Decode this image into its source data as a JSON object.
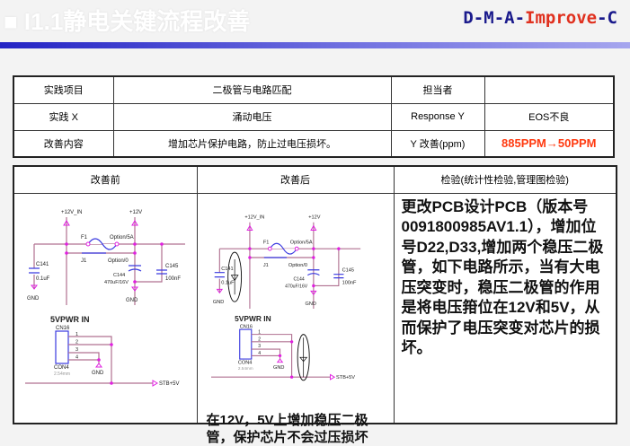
{
  "header": {
    "title": "■ I1.1静电关键流程改善",
    "brand_parts": [
      "D-",
      "M-",
      "A-",
      "Improve",
      "-C"
    ]
  },
  "summary": {
    "rows": [
      [
        "实践项目",
        "二极管与电路匹配",
        "担当者",
        ""
      ],
      [
        "实践 X",
        "涌动电压",
        "Response Y",
        "EOS不良"
      ],
      [
        "改善内容",
        "增加芯片保护电路，防止过电压损坏。",
        "Y 改善(ppm)",
        "885PPM→50PPM"
      ]
    ]
  },
  "detail": {
    "headers": [
      "改善前",
      "改善后",
      "检验(统计性检验,管理图检验)"
    ],
    "description": "更改PCB设计PCB（版本号0091800985AV1.1），增加位号D22,D33,增加两个稳压二极管，如下电路所示，当有大电压突变时，稳压二极管的作用是将电压箝位在12V和5V，从而保护了电压突变对芯片的损坏。",
    "after_caption": "在12V，5V上增加稳压二极管，保护芯片不会过压损坏"
  },
  "schematic": {
    "labels": {
      "v12in": "+12V_IN",
      "v12": "+12V",
      "f1": "F1",
      "opt5a": "Option/5A",
      "j1": "J1",
      "opt0": "Option/0",
      "c141": "C141",
      "c141v": "0.1uF",
      "c144": "C144",
      "c144v": "470uF/16V",
      "c145": "C145",
      "c145v": "100nF",
      "gnd": "GND"
    },
    "conn": {
      "title": "5VPWR IN",
      "ref": "CN16",
      "type": "CON4",
      "pitch": "2.54mm",
      "pins": [
        "1",
        "2",
        "3",
        "4"
      ],
      "gnd": "GND",
      "stb": "STB+5V"
    }
  },
  "colors": {
    "accent_red": "#ff3a10",
    "brand_blue": "#1a1a8c"
  }
}
